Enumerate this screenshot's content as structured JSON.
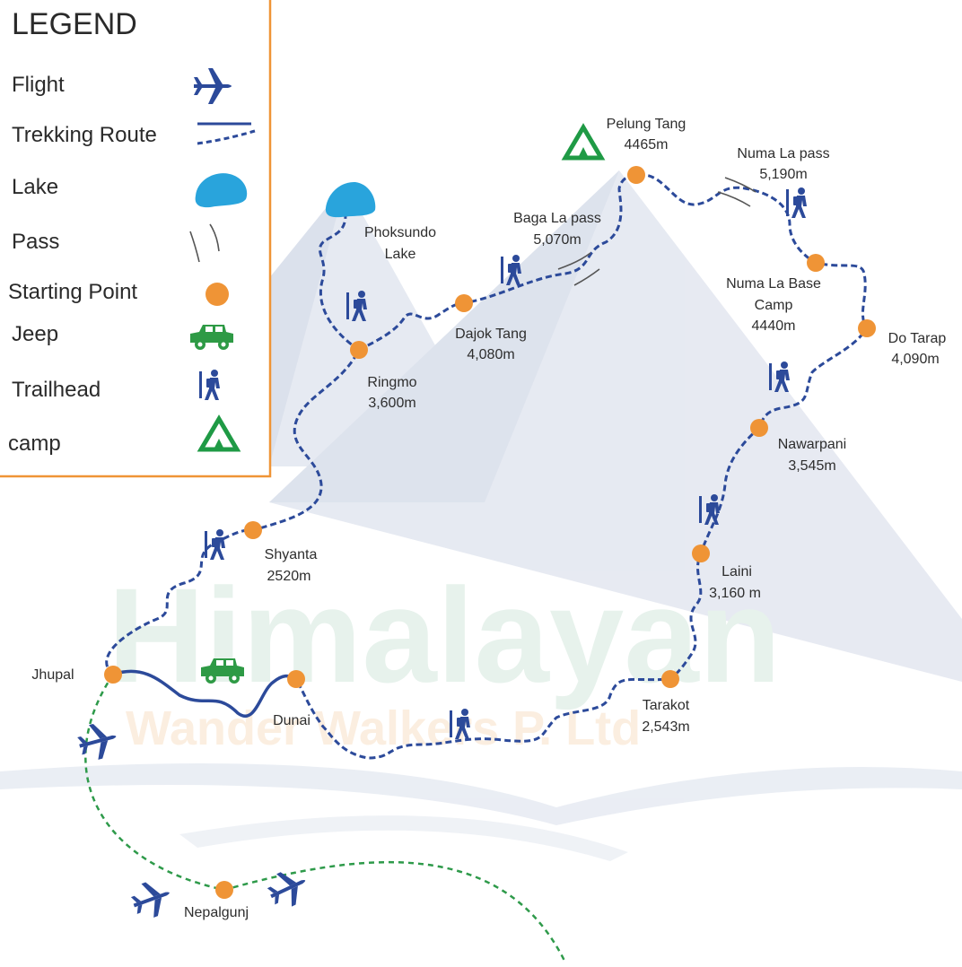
{
  "legend": {
    "title": "LEGEND",
    "items": [
      {
        "label": "Flight",
        "icon": "airplane-icon"
      },
      {
        "label": "Trekking Route",
        "icon": "trekking-route-line-icon"
      },
      {
        "label": "Lake",
        "icon": "lake-icon"
      },
      {
        "label": "Pass",
        "icon": "pass-icon"
      },
      {
        "label": "Starting Point",
        "icon": "starting-point-dot-icon"
      },
      {
        "label": "Jeep",
        "icon": "jeep-icon"
      },
      {
        "label": "Trailhead",
        "icon": "hiker-icon"
      },
      {
        "label": "camp",
        "icon": "camp-tent-icon"
      }
    ]
  },
  "watermark": {
    "brand": "Himalayan",
    "company": "Wander Walkers P. Ltd"
  },
  "places": {
    "pelung_tang": {
      "name": "Pelung Tang",
      "elevation": "4465m"
    },
    "numa_la_pass": {
      "name": "Numa La pass",
      "elevation": "5,190m"
    },
    "phoksundo_lake": {
      "name": "Phoksundo",
      "name2": "Lake"
    },
    "baga_la_pass": {
      "name": "Baga La pass",
      "elevation": "5,070m"
    },
    "numa_la_base_camp": {
      "name": "Numa La Base",
      "name2": "Camp",
      "elevation": "4440m"
    },
    "do_tarap": {
      "name": "Do Tarap",
      "elevation": "4,090m"
    },
    "dajok_tang": {
      "name": "Dajok Tang",
      "elevation": "4,080m"
    },
    "ringmo": {
      "name": "Ringmo",
      "elevation": "3,600m"
    },
    "nawarpani": {
      "name": "Nawarpani",
      "elevation": "3,545m"
    },
    "shyanta": {
      "name": "Shyanta",
      "elevation": "2520m"
    },
    "laini": {
      "name": "Laini",
      "elevation": "3,160 m"
    },
    "jhupal": {
      "name": "Jhupal"
    },
    "dunai": {
      "name": "Dunai"
    },
    "tarakot": {
      "name": "Tarakot",
      "elevation": "2,543m"
    },
    "nepalgunj": {
      "name": "Nepalgunj"
    }
  },
  "colors": {
    "route": "#2c4a9a",
    "flight_path": "#2e9a4a",
    "point": "#ef9436",
    "camp": "#1f9a45",
    "jeep": "#2e9a45",
    "lake": "#29a4dc",
    "legend_border": "#ef9436",
    "mountain": "#e3e7f0"
  }
}
